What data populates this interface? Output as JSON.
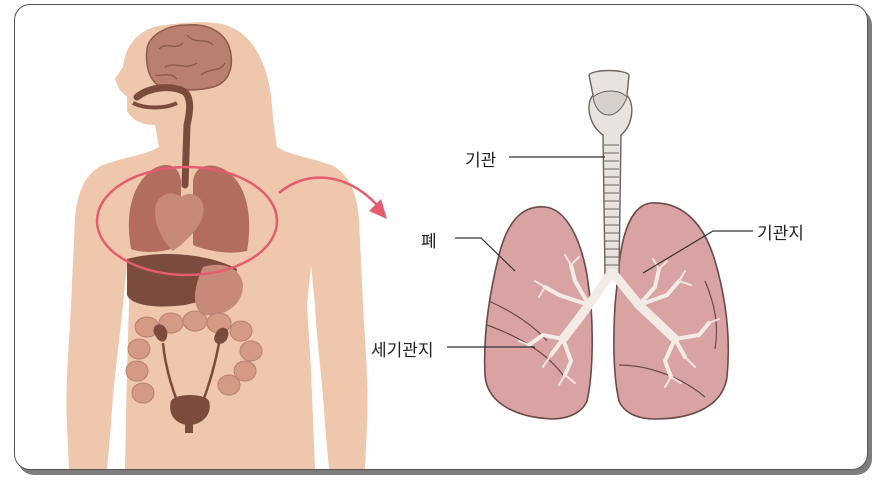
{
  "labels": {
    "trachea": "기관",
    "lung": "폐",
    "bronchus": "기관지",
    "bronchiole": "세기관지"
  },
  "colors": {
    "skin": "#efc7ac",
    "organ_dark": "#7b4c3e",
    "organ_mid": "#b36d5f",
    "lung_pink": "#d9a3a3",
    "trachea_gray": "#e8e3df",
    "bronchi_light": "#f0e6e0",
    "highlight_ring": "#e55c6e",
    "border": "#555555"
  }
}
